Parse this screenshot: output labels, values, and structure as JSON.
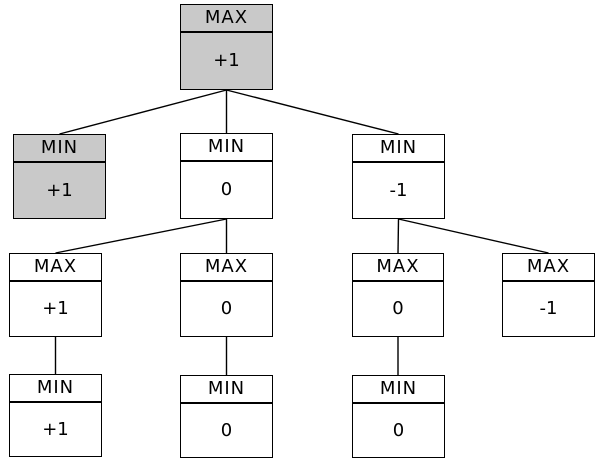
{
  "diagram": {
    "title": "minimax-game-tree",
    "colors": {
      "highlight_fill": "#c9c9c9",
      "node_fill": "#ffffff",
      "border": "#000000",
      "edge": "#000000",
      "background": "#ffffff"
    },
    "nodes": [
      {
        "id": "root",
        "header": "MAX",
        "value": "+1",
        "highlighted": true,
        "depth": 0
      },
      {
        "id": "n2a",
        "header": "MIN",
        "value": "+1",
        "highlighted": true,
        "depth": 1
      },
      {
        "id": "n2b",
        "header": "MIN",
        "value": "0",
        "highlighted": false,
        "depth": 1
      },
      {
        "id": "n2c",
        "header": "MIN",
        "value": "-1",
        "highlighted": false,
        "depth": 1
      },
      {
        "id": "n3a",
        "header": "MAX",
        "value": "+1",
        "highlighted": false,
        "depth": 2
      },
      {
        "id": "n3b",
        "header": "MAX",
        "value": "0",
        "highlighted": false,
        "depth": 2
      },
      {
        "id": "n3c",
        "header": "MAX",
        "value": "0",
        "highlighted": false,
        "depth": 2
      },
      {
        "id": "n3d",
        "header": "MAX",
        "value": "-1",
        "highlighted": false,
        "depth": 2
      },
      {
        "id": "n4a",
        "header": "MIN",
        "value": "+1",
        "highlighted": false,
        "depth": 3
      },
      {
        "id": "n4b",
        "header": "MIN",
        "value": "0",
        "highlighted": false,
        "depth": 3
      },
      {
        "id": "n4c",
        "header": "MIN",
        "value": "0",
        "highlighted": false,
        "depth": 3
      }
    ],
    "edges": [
      {
        "from": "root",
        "to": "n2a"
      },
      {
        "from": "root",
        "to": "n2b"
      },
      {
        "from": "root",
        "to": "n2c"
      },
      {
        "from": "n2b",
        "to": "n3a"
      },
      {
        "from": "n2b",
        "to": "n3b"
      },
      {
        "from": "n2c",
        "to": "n3c"
      },
      {
        "from": "n2c",
        "to": "n3d"
      },
      {
        "from": "n3a",
        "to": "n4a"
      },
      {
        "from": "n3b",
        "to": "n4b"
      },
      {
        "from": "n3c",
        "to": "n4c"
      }
    ]
  }
}
